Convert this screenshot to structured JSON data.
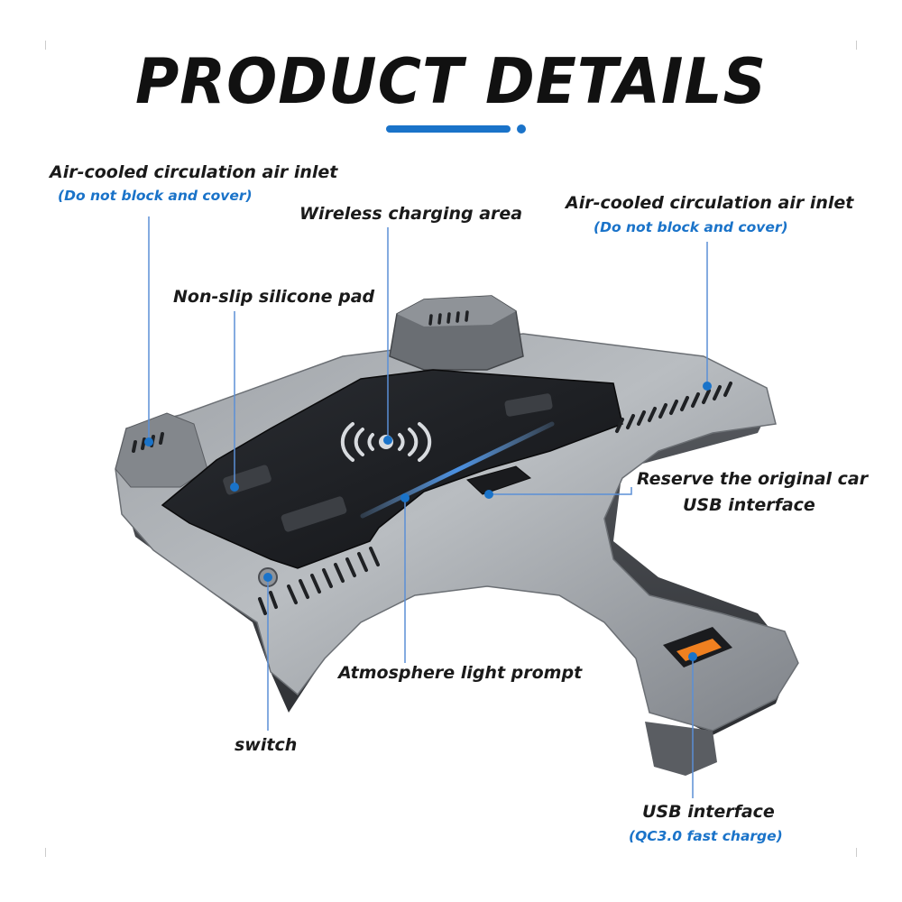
{
  "title": "PRODUCT DETAILS",
  "colors": {
    "accent": "#1a73c9",
    "label": "#1a1a1a",
    "body_dark": "#3e4145",
    "body_mid": "#7d8187",
    "body_light": "#a9adb2",
    "pad": "#17191c",
    "usb_orange": "#f08020",
    "light_strip": "#4a90e2"
  },
  "callouts": {
    "inlet_left": {
      "label": "Air-cooled circulation air inlet",
      "note": "(Do not block and cover)"
    },
    "inlet_right": {
      "label": "Air-cooled circulation air inlet",
      "note": "(Do not block and cover)"
    },
    "wireless": {
      "label": "Wireless charging area"
    },
    "silicone": {
      "label": "Non-slip silicone pad"
    },
    "reserve_usb": {
      "line1": "Reserve the original car",
      "line2": "USB interface"
    },
    "atmosphere": {
      "label": "Atmosphere light prompt"
    },
    "switch": {
      "label": "switch"
    },
    "usb": {
      "label": "USB interface",
      "note": "(QC3.0 fast charge)"
    }
  }
}
